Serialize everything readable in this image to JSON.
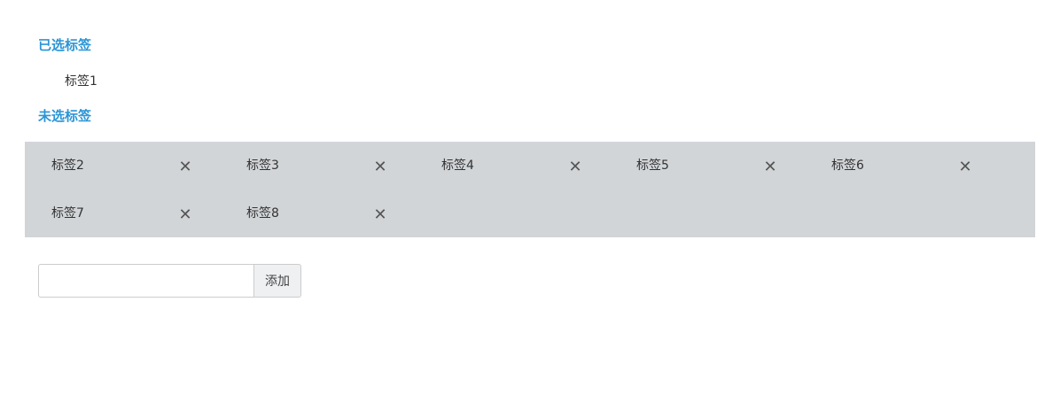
{
  "sections": {
    "selected_title": "已选标签",
    "unselected_title": "未选标签"
  },
  "selected_tags": [
    "标签1"
  ],
  "unselected_tags": [
    "标签2",
    "标签3",
    "标签4",
    "标签5",
    "标签6",
    "标签7",
    "标签8"
  ],
  "close_glyph": "✕",
  "add_form": {
    "input_value": "",
    "input_placeholder": "",
    "button_label": "添加"
  },
  "colors": {
    "heading": "#2b95d6",
    "panel_bg": "#d2d5d8"
  }
}
